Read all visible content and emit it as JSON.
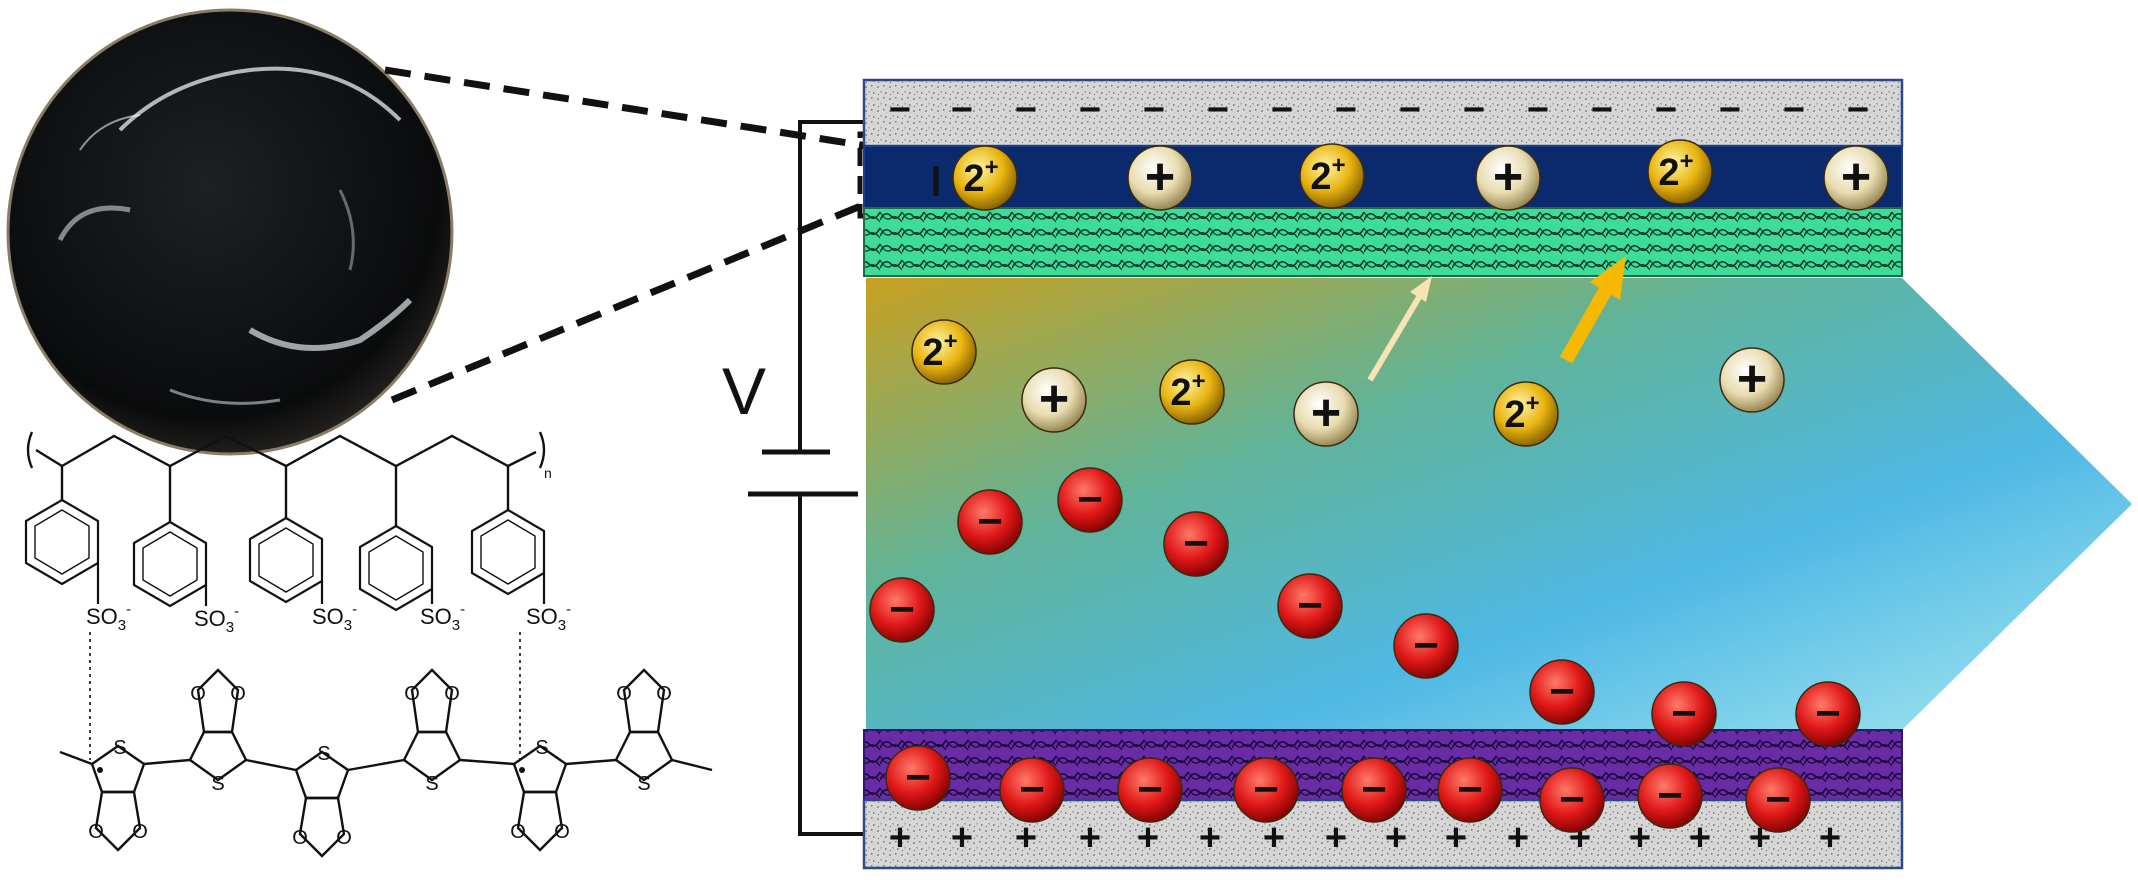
{
  "colors": {
    "top_plate": "#d9d9d9",
    "top_layer": "#0b2a6e",
    "mint_layer": "#3ddc97",
    "purple_layer": "#6a2ba6",
    "anion": "#e52020",
    "cation": "#f3ead0",
    "dication": "#f2c31a",
    "arrow_light": "#f7e3b4",
    "arrow_bold": "#f6b800"
  },
  "labels": {
    "voltage": "V",
    "chem_sulfonate": "SO3-",
    "chem_sulfonate_main": "SO",
    "chem_sulfonate_sub": "3",
    "chem_sulfonate_sup": "-",
    "chem_n": "n",
    "chem_S": "S",
    "chem_O": "O"
  },
  "ions": {
    "minus_sign": "−",
    "plus_sign": "+",
    "dication_num": "2",
    "dication_sup": "+",
    "top_plate_minus": "−",
    "bottom_plate_plus": "+"
  }
}
